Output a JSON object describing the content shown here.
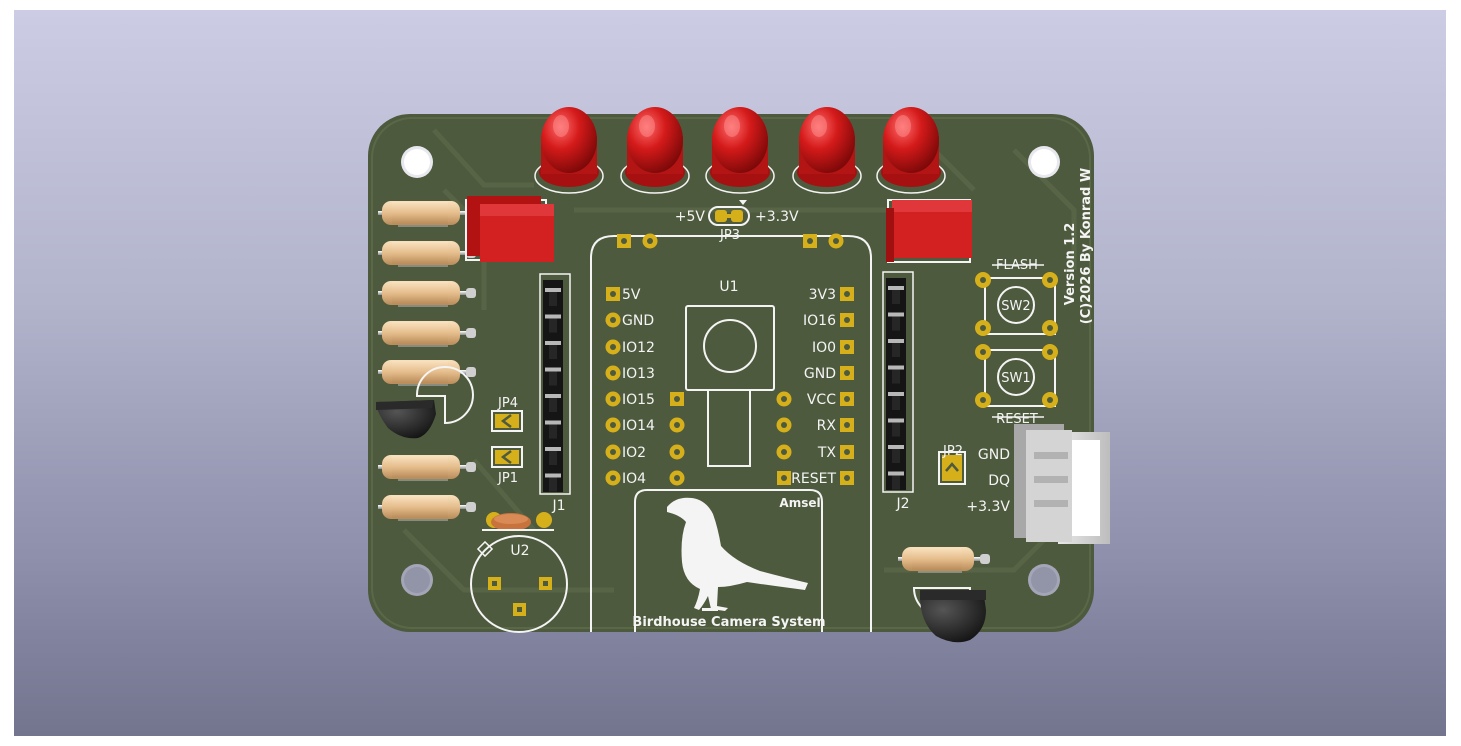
{
  "board": {
    "title": "Birdhouse Camera System",
    "module_name": "Amsel",
    "version": "Version 1.2",
    "copyright": "(C)2026 By Konrad W",
    "colors": {
      "pcb": "#4e5a3e",
      "silk": "#f4f4f4",
      "pad": "#d6b01a",
      "led": "#c91818",
      "capacitor": "#cc1c1c",
      "resistor": "#e8c293",
      "background_top": "#cccce4",
      "background_bottom": "#73748e"
    }
  },
  "jumpers": {
    "jp3": {
      "ref": "JP3",
      "left_label": "+5V",
      "right_label": "+3.3V"
    },
    "jp4": {
      "ref": "JP4"
    },
    "jp1": {
      "ref": "JP1"
    },
    "jp2": {
      "ref": "JP2"
    }
  },
  "headers": {
    "j1": "J1",
    "j2": "J2"
  },
  "module": {
    "ref": "U1",
    "left_pins": [
      "5V",
      "GND",
      "IO12",
      "IO13",
      "IO15",
      "IO14",
      "IO2",
      "IO4"
    ],
    "right_pins": [
      "3V3",
      "IO16",
      "IO0",
      "GND",
      "VCC",
      "RX",
      "TX",
      "RESET"
    ]
  },
  "switches": {
    "sw2": {
      "ref": "SW2",
      "label": "FLASH"
    },
    "sw1": {
      "ref": "SW1",
      "label": "RESET"
    }
  },
  "connector": {
    "labels": [
      "GND",
      "DQ",
      "+3.3V"
    ]
  },
  "sensor": {
    "ref": "U2"
  },
  "leds": {
    "count": 5
  },
  "icons": {
    "bird": "bird-silhouette-icon"
  }
}
